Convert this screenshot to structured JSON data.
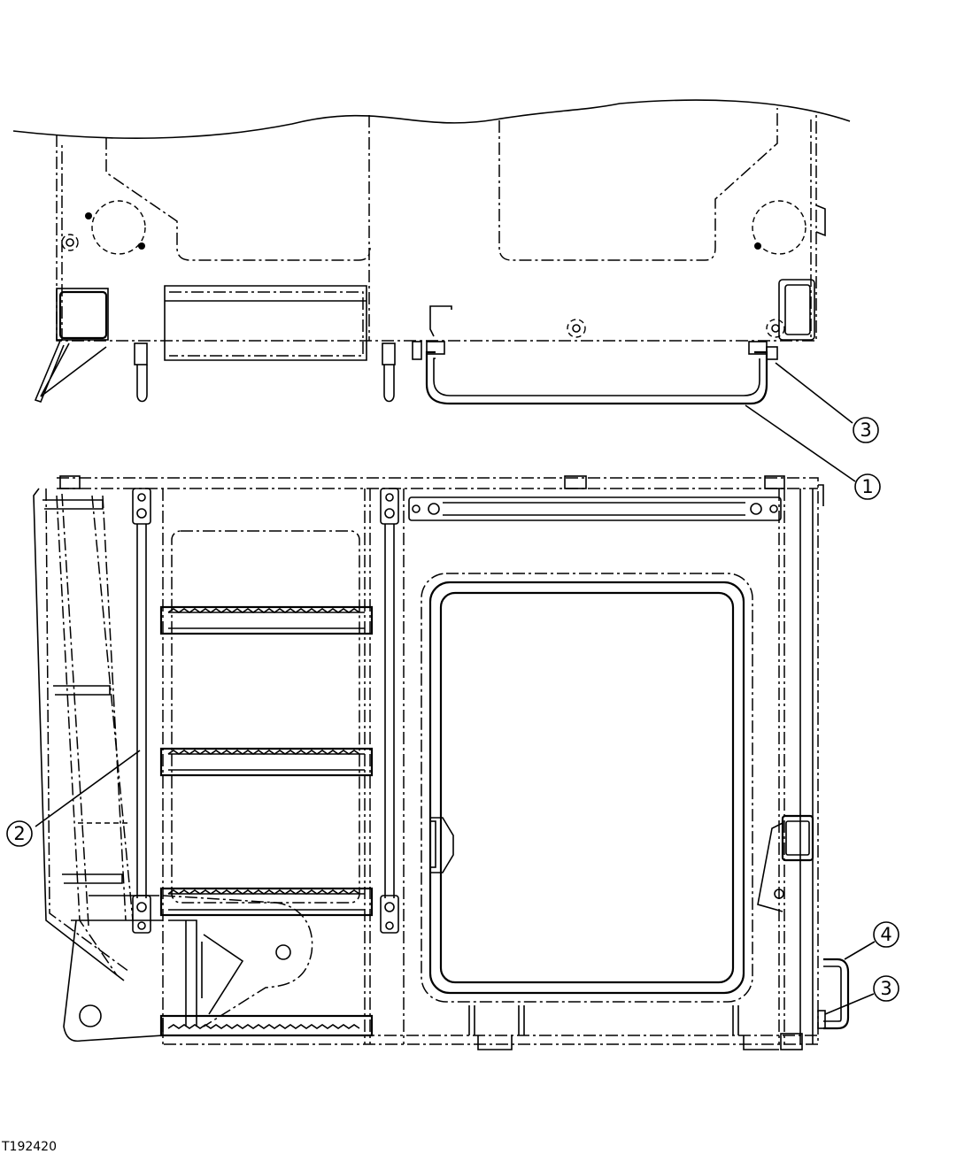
{
  "figure_id": "T192420",
  "callouts": [
    {
      "label": "1"
    },
    {
      "label": "2"
    },
    {
      "label": "3"
    },
    {
      "label": "3"
    },
    {
      "label": "4"
    }
  ]
}
